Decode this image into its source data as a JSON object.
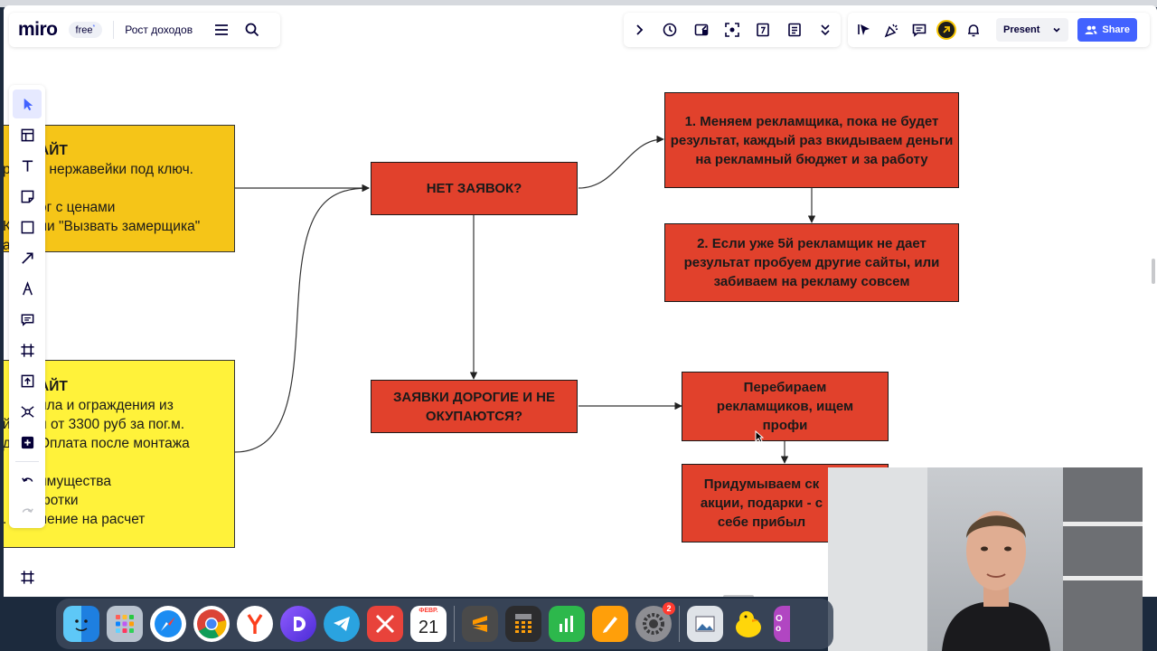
{
  "app": {
    "logo": "miro",
    "plan_badge": "free",
    "plan_badge_mark": "*",
    "board_name": "Рост доходов"
  },
  "toolbar_right": {
    "present_label": "Present",
    "share_label": "Share",
    "icons": [
      "chevron-right-icon",
      "timer-icon",
      "embed-icon",
      "focus-icon",
      "calendar-icon",
      "notes-icon",
      "chevron-double-down-icon",
      "cursor-select-icon",
      "celebrate-icon",
      "comments-icon",
      "avatar",
      "bell-icon"
    ]
  },
  "left_toolbar": {
    "tools": [
      "select",
      "templates",
      "text",
      "sticky-note",
      "shape",
      "connector",
      "pen",
      "comment",
      "frame",
      "upload",
      "more-apps",
      "add"
    ]
  },
  "board": {
    "note_orange": {
      "title": "АЙТ",
      "lines": [
        "з нержавейки под ключ.",
        "",
        "ог с ценами",
        "ли \"Вызвать замерщика\""
      ],
      "edge_lines": [
        "",
        "р",
        "",
        "",
        "К",
        "а"
      ]
    },
    "note_yellow": {
      "title": "АЙТ",
      "lines": [
        "ила и ограждения из",
        "и от 3300 руб за пог.м.",
        "Оплата после монтажа",
        "",
        "имущества",
        "фотки",
        "ление на расчет"
      ],
      "edge_lines": [
        "",
        "",
        "й",
        "д",
        "",
        "",
        "",
        "."
      ]
    },
    "box_no_leads": "НЕТ ЗАЯВОК?",
    "box_expensive": "ЗАЯВКИ ДОРОГИЕ И НЕ ОКУПАЮТСЯ?",
    "box_step1": "1. Меняем рекламщика, пока не будет результат, каждый раз вкидываем деньги на рекламный бюджет и за работу",
    "box_step2": "2. Если уже 5й рекламщик не дает результат пробуем другие сайты, или забиваем на рекламу совсем",
    "box_pros": "Перебираем рекламщиков, ищем профи",
    "box_promo": "Придумываем ск акции, подарки - с себе прибыл"
  },
  "dock": {
    "calendar_month": "ФЕВР.",
    "calendar_day": "21",
    "settings_badge": "2",
    "partial_app_text": "О о"
  },
  "colors": {
    "red_box": "#e1412c",
    "orange_note": "#f5c518",
    "yellow_note": "#fff23a",
    "accent": "#4262ff"
  }
}
